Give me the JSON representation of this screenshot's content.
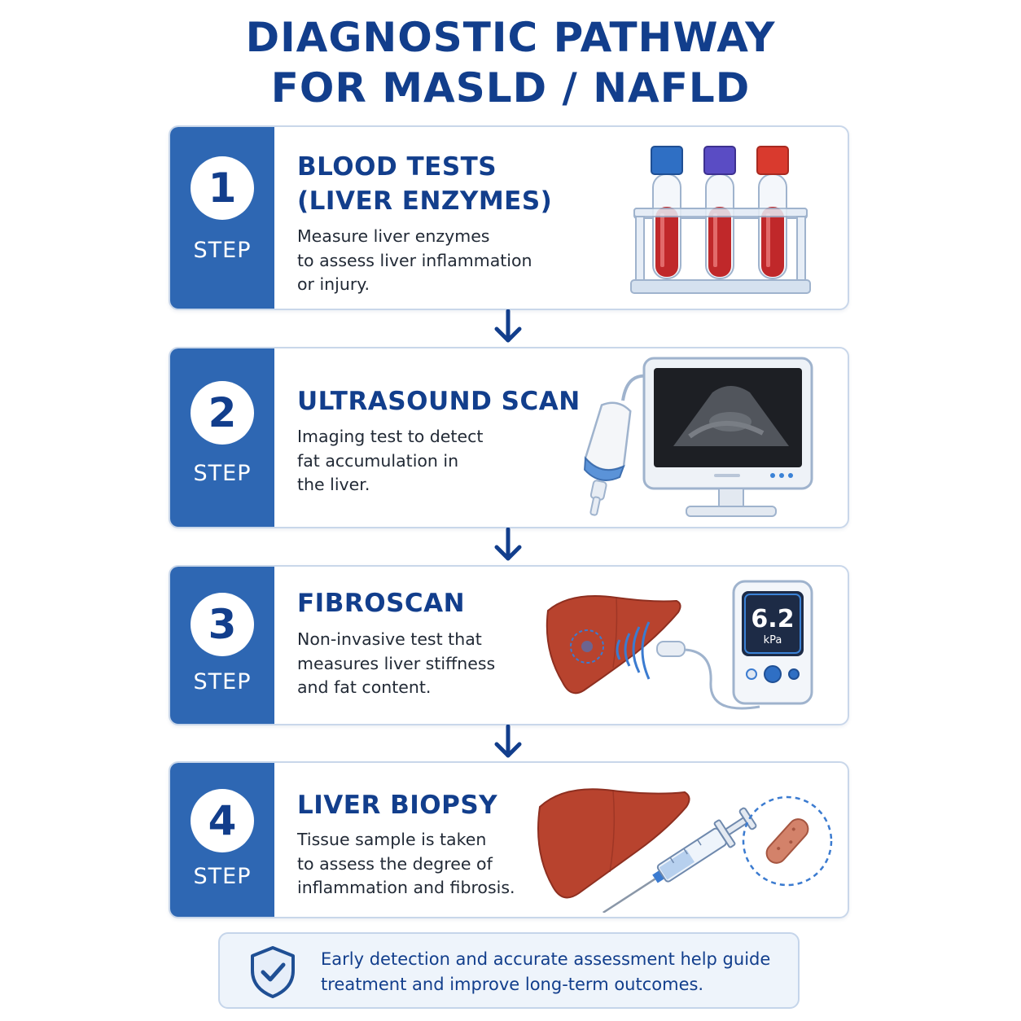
{
  "title": {
    "line1": "DIAGNOSTIC PATHWAY",
    "line2": "FOR MASLD / NAFLD"
  },
  "steps": [
    {
      "number": "1",
      "label": "STEP",
      "title": "BLOOD TESTS\n(LIVER ENZYMES)",
      "description": "Measure liver enzymes\nto assess liver inflammation\nor injury.",
      "icon": "blood-test-tubes-icon"
    },
    {
      "number": "2",
      "label": "STEP",
      "title": "ULTRASOUND SCAN",
      "description": "Imaging test to detect\nfat accumulation in\nthe liver.",
      "icon": "ultrasound-monitor-icon"
    },
    {
      "number": "3",
      "label": "STEP",
      "title": "FIBROSCAN",
      "description": "Non-invasive test that\nmeasures liver stiffness\nand fat content.",
      "icon": "fibroscan-device-icon",
      "device_value": "6.2",
      "device_unit": "kPa"
    },
    {
      "number": "4",
      "label": "STEP",
      "title": "LIVER BIOPSY",
      "description": "Tissue sample is taken\nto assess the degree of\ninflammation and fibrosis.",
      "icon": "liver-biopsy-syringe-icon"
    }
  ],
  "footer": {
    "text": "Early detection and accurate assessment help guide\ntreatment and improve long-term outcomes.",
    "icon": "shield-check-icon"
  },
  "colors": {
    "primary": "#123e8c",
    "step_badge": "#2e67b3",
    "card_border": "#c9d7ea",
    "liver": "#b8432e",
    "blood": "#c0282a"
  }
}
